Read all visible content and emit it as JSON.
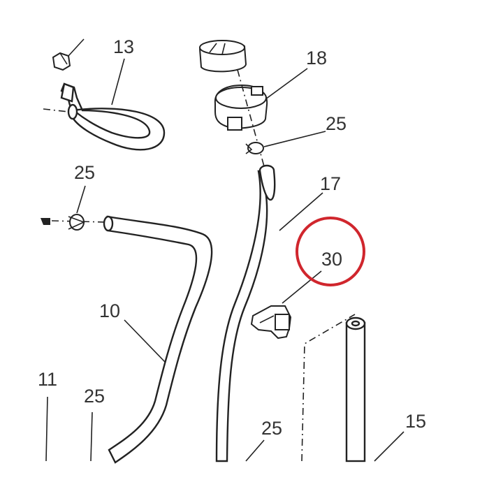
{
  "labels": {
    "p13": "13",
    "p18": "18",
    "p25_a": "25",
    "p17": "17",
    "p25_b": "25",
    "p30": "30",
    "p10": "10",
    "p11": "11",
    "p25_c": "25",
    "p25_d": "25",
    "p15": "15"
  },
  "highlight": {
    "part": "30",
    "color": "#d0262d"
  }
}
